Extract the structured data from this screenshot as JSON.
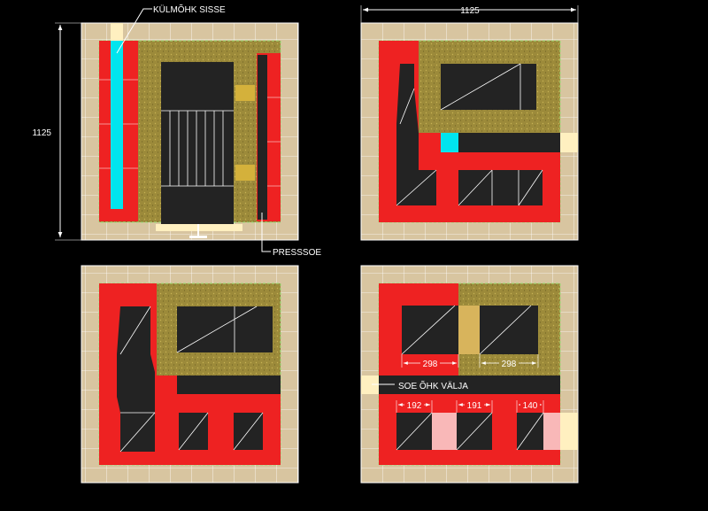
{
  "labels": {
    "dim_height": "1125",
    "dim_width": "1125",
    "cold_air_in": "KÜLMÕHK SISSE",
    "press_heat": "PRESSSOE",
    "warm_air_out": "SOE ÕHK VÄLJA",
    "d298a": "298",
    "d298b": "298",
    "d192": "192",
    "d191": "191",
    "d140": "140"
  },
  "colors": {
    "background": "#000000",
    "brick": "#d8c5a0",
    "brick_line": "#ffffff",
    "firebrick_red": "#ee2222",
    "insulation": "#9c8a3a",
    "flue_dark": "#232323",
    "cyan_channel": "#00e5ee",
    "pale_yellow": "#fff0c0",
    "pale_pink": "#f9b8b8",
    "dim_line": "#ffffff"
  }
}
